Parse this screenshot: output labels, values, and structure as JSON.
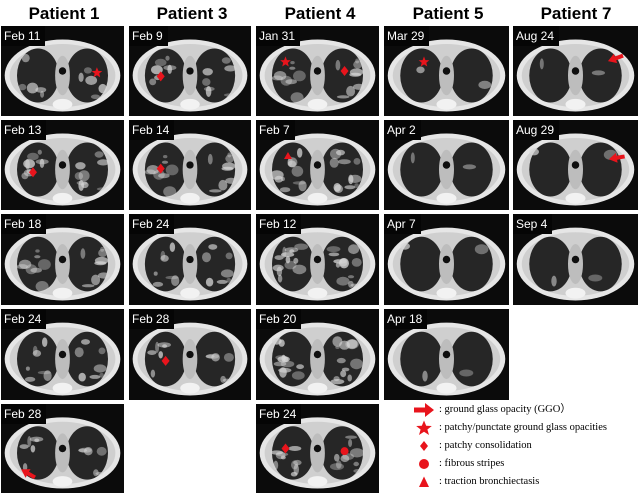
{
  "columns": [
    {
      "title": "Patient 1",
      "scans": [
        "Feb 11",
        "Feb 13",
        "Feb 18",
        "Feb 24",
        "Feb 28"
      ]
    },
    {
      "title": "Patient 3",
      "scans": [
        "Feb 9",
        "Feb 14",
        "Feb 24",
        "Feb 28"
      ]
    },
    {
      "title": "Patient 4",
      "scans": [
        "Jan 31",
        "Feb 7",
        "Feb 12",
        "Feb 20",
        "Feb 24"
      ]
    },
    {
      "title": "Patient 5",
      "scans": [
        "Mar 29",
        "Apr 2",
        "Apr 7",
        "Apr 18"
      ]
    },
    {
      "title": "Patient 7",
      "scans": [
        "Aug 24",
        "Aug 29",
        "Sep 4"
      ]
    }
  ],
  "legend": [
    {
      "symbol": "arrow-icon",
      "text": ": ground glass opacity (GGO）"
    },
    {
      "symbol": "star-icon",
      "text": ": patchy/punctate ground glass opacities"
    },
    {
      "symbol": "diamond-icon",
      "text": ": patchy consolidation"
    },
    {
      "symbol": "circle-icon",
      "text": ": fibrous stripes"
    },
    {
      "symbol": "triangle-icon",
      "text": ": traction bronchiectasis"
    }
  ],
  "colors": {
    "marker": "#e8141c",
    "label_bg": "#050505",
    "label_text": "#ffffff"
  }
}
